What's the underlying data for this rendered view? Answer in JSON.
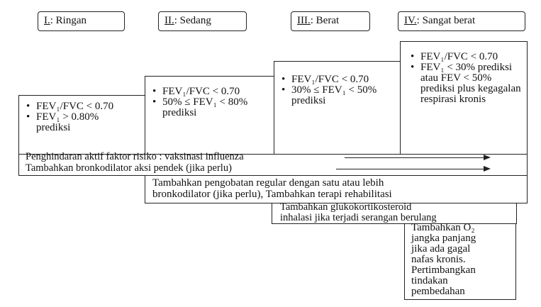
{
  "headers": [
    {
      "num": "I.",
      "label": ": Ringan"
    },
    {
      "num": "II.",
      "label": ": Sedang"
    },
    {
      "num": "III.",
      "label": ": Berat"
    },
    {
      "num": "IV.",
      "label": ": Sangat berat"
    }
  ],
  "stages": [
    {
      "bullets": [
        "FEV₁/FVC < 0.70",
        "FEV₁ > 0.80% prediksi"
      ]
    },
    {
      "bullets": [
        "FEV₁/FVC < 0.70",
        "50% ≤ FEV₁ < 80% prediksi"
      ]
    },
    {
      "bullets": [
        "FEV₁/FVC < 0.70",
        "30% ≤ FEV₁ < 50% prediksi"
      ]
    },
    {
      "bullets": [
        "FEV₁/FVC < 0.70",
        "FEV₁ < 30% prediksi atau FEV < 50% prediksi plus kegagalan respirasi kronis"
      ]
    }
  ],
  "treatments": {
    "avoidance": "Penghindaran aktif faktor risiko : vaksinasi influenza",
    "short_acting": "Tambahkan bronkodilator aksi pendek (jika perlu)",
    "regular_line1": "Tambahkan pengobatan regular dengan satu atau lebih",
    "regular_line2": "bronkodilator (jika perlu), Tambahkan terapi rehabilitasi",
    "steroid_line1": "Tambahkan glukokortikosteroid",
    "steroid_line2": "inhalasi jika terjadi serangan berulang",
    "oxygen_lines": [
      "Tambahkan O₂",
      "jangka panjang",
      "jika ada gagal",
      "nafas kronis.",
      "Pertimbangkan",
      "tindakan",
      "pembedahan"
    ]
  }
}
